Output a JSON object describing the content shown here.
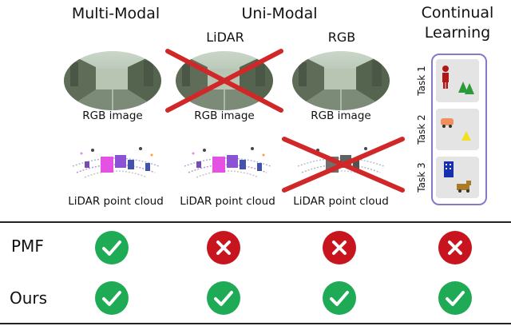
{
  "headers": {
    "multi_modal": "Multi-Modal",
    "uni_modal": "Uni-Modal",
    "continual": "Continual Learning",
    "lidar": "LiDAR",
    "rgb": "RGB"
  },
  "captions": {
    "rgb_image": "RGB image",
    "lidar_cloud": "LiDAR point cloud"
  },
  "tasks": [
    "Task 1",
    "Task 2",
    "Task 3"
  ],
  "rows": [
    {
      "label": "PMF",
      "results": [
        "check",
        "cross",
        "cross",
        "cross"
      ]
    },
    {
      "label": "Ours",
      "results": [
        "check",
        "check",
        "check",
        "check"
      ]
    }
  ],
  "colors": {
    "check": "#1faa55",
    "cross": "#c8141e",
    "strike": "#d02828",
    "panel_border": "#8878c8"
  }
}
